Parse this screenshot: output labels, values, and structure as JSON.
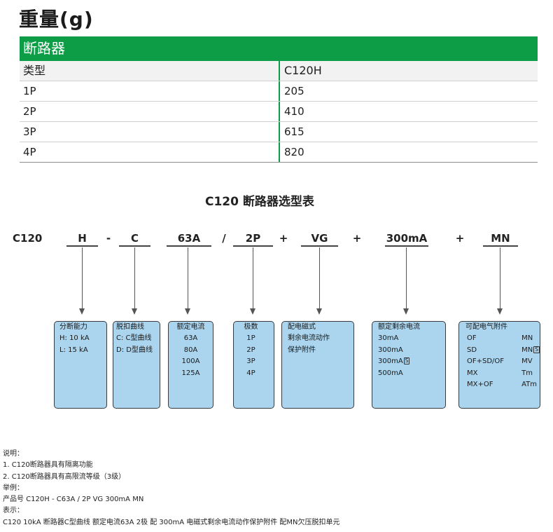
{
  "colors": {
    "accent_green": "#0c9d46",
    "box_fill": "#abd5ef",
    "header_row_bg": "#f2f2f2"
  },
  "weight_table": {
    "title": "重量(g)",
    "section_label": "断路器",
    "columns": [
      "类型",
      "C120H"
    ],
    "rows": [
      [
        "1P",
        "205"
      ],
      [
        "2P",
        "410"
      ],
      [
        "3P",
        "615"
      ],
      [
        "4P",
        "820"
      ]
    ]
  },
  "selection_chart": {
    "title": "C120 断路器选型表",
    "code": {
      "series": "C120",
      "breaking_capacity": "H",
      "sep_1": "-",
      "trip_curve": "C",
      "rated_current": "63A",
      "sep_2": "/",
      "poles": "2P",
      "sep_3": "+",
      "rcd_module": "VG",
      "sep_4": "+",
      "residual_current": "300mA",
      "sep_5": "+",
      "accessory": "MN"
    },
    "boxes": {
      "breaking_capacity": {
        "title": "分断能力",
        "items": [
          "H: 10 kA",
          "L: 15 kA"
        ]
      },
      "trip_curve": {
        "title": "脱扣曲线",
        "items": [
          "C: C型曲线",
          "D: D型曲线"
        ]
      },
      "rated_current": {
        "title": "额定电流",
        "items": [
          "63A",
          "80A",
          "100A",
          "125A"
        ]
      },
      "poles": {
        "title": "极数",
        "items": [
          "1P",
          "2P",
          "3P",
          "4P"
        ]
      },
      "rcd_module": {
        "lines": [
          "配电磁式",
          "剩余电流动作",
          "保护附件"
        ]
      },
      "residual_current": {
        "title": "额定剩余电流",
        "items": [
          {
            "text": "30mA"
          },
          {
            "text": "300mA"
          },
          {
            "text": "300mA",
            "badge": "S"
          },
          {
            "text": "500mA"
          }
        ]
      },
      "accessory": {
        "title": "可配电气附件",
        "left": [
          "OF",
          "SD",
          "OF+SD/OF",
          "MX",
          "MX+OF"
        ],
        "right": [
          {
            "text": "MN"
          },
          {
            "text": "MN",
            "badge": "S"
          },
          {
            "text": "MV"
          },
          {
            "text": "Tm"
          },
          {
            "text": "ATm"
          }
        ]
      }
    }
  },
  "notes": {
    "heading": "说明：",
    "items": [
      "1. C120断路器具有隔离功能",
      "2. C120断路器具有高限流等级（3级）"
    ],
    "example_heading": "举例：",
    "example": "产品号 C120H - C63A / 2P VG 300mA MN",
    "meaning_heading": "表示：",
    "meaning": "C120 10kA 断路器C型曲线 额定电流63A 2极 配 300mA 电磁式剩余电流动作保护附件 配MN欠压脱扣单元"
  }
}
